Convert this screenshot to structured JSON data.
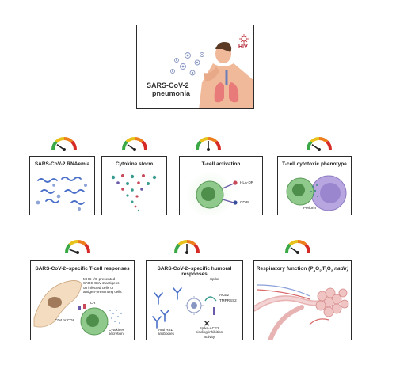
{
  "top_panel": {
    "pneumonia_label_line1": "SARS-CoV-2",
    "pneumonia_label_line2": "pneumonia",
    "hiv_label": "HIV"
  },
  "panels": {
    "rnaemia": {
      "title": "SARS-CoV-2 RNAemia"
    },
    "cytokine": {
      "title": "Cytokine storm"
    },
    "tcell_activation": {
      "title": "T-cell activation",
      "label_hladr": "HLA-DR",
      "label_cd38": "CD38"
    },
    "cytotoxic": {
      "title": "T-cell cytotoxic phenotype",
      "label_perforin": "Perforin"
    },
    "specific_t": {
      "title": "SARS-CoV-2–specific T-cell responses",
      "mhc_line1": "MHC-I/II–presented",
      "mhc_line2": "SARS-CoV-2 antigens",
      "mhc_line3": "on infected cells or",
      "mhc_line4": "antigen-presenting cells",
      "tcr": "TCR",
      "cd4cd8": "CD4 or CD8",
      "cytokines_line1": "Cytokines",
      "cytokines_line2": "secretion"
    },
    "humoral": {
      "title": "SARS-CoV-2–specific humoral responses",
      "spike": "Spike",
      "ace2": "ACE2",
      "tmprss2": "TMPRSS2",
      "antirbd_line1": "Anti RBD",
      "antirbd_line2": "antibodies",
      "inhib_line1": "Spike-ACE2",
      "inhib_line2": "binding inhibition",
      "inhib_line3": "activity"
    },
    "respiratory": {
      "title": "Respiratory function (P",
      "title_sub1": "a",
      "title_mid": "O",
      "title_sub2": "2",
      "title_mid2": "/F",
      "title_sub3": "i",
      "title_mid3": "O",
      "title_sub4": "2",
      "title_end": " nadir)"
    }
  },
  "colors": {
    "gauge_green": "#3aa845",
    "gauge_yellow": "#e8c21c",
    "gauge_orange": "#ee7d1c",
    "gauge_red": "#d62a26",
    "cell_green": "#7fbf7f",
    "cell_purple": "#b8a6e0"
  }
}
